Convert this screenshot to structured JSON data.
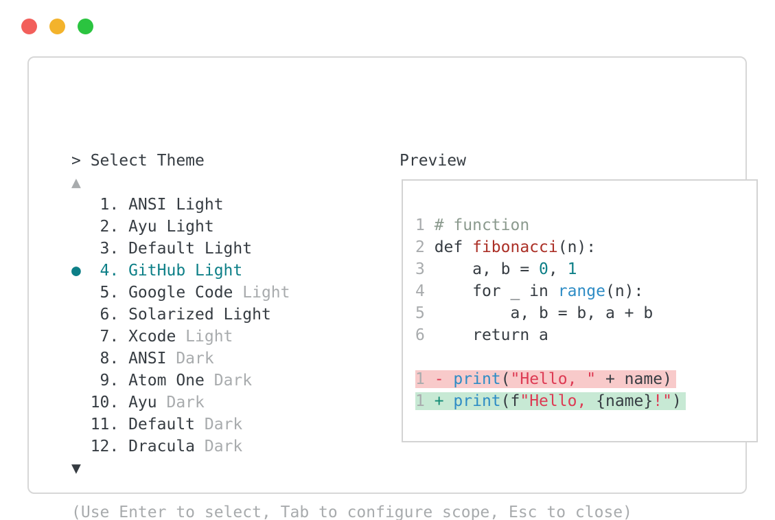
{
  "colors": {
    "dark": "#363c42",
    "dim": "#a8abad",
    "teal": "#0d7f87",
    "plus": "#128a74",
    "crimson": "#dd3a53",
    "blue": "#2e8cc5",
    "func": "#ab2f26",
    "comment": "#8b9a8e",
    "removedBg": "#f8caca",
    "addedBg": "#c7e9d4",
    "panelBorder": "#d7d7d7",
    "boxBorder": "#d3d3d3",
    "trafficRed": "#f25f5b",
    "trafficYellow": "#f3b32c",
    "trafficGreen": "#2bc440"
  },
  "window": {
    "traffic_lights": [
      {
        "name": "traffic-light-close-icon",
        "color_key": "trafficRed"
      },
      {
        "name": "traffic-light-minimize-icon",
        "color_key": "trafficYellow"
      },
      {
        "name": "traffic-light-zoom-icon",
        "color_key": "trafficGreen"
      }
    ]
  },
  "theme_selector": {
    "prompt": "> Select Theme",
    "lines": [
      {
        "name": "select-theme-prompt",
        "interactable": false,
        "tokens": [
          {
            "t": "> Select Theme",
            "c": "dark"
          }
        ]
      },
      {
        "name": "scroll-up-icon",
        "interactable": true,
        "tokens": [
          {
            "t": "▲",
            "c": "dim"
          }
        ]
      },
      {
        "name": "theme-item-ansi-light",
        "interactable": true,
        "tokens": [
          {
            "t": "   1. ANSI Light",
            "c": "dark"
          }
        ]
      },
      {
        "name": "theme-item-ayu-light",
        "interactable": true,
        "tokens": [
          {
            "t": "   2. Ayu Light",
            "c": "dark"
          }
        ]
      },
      {
        "name": "theme-item-default-light",
        "interactable": true,
        "tokens": [
          {
            "t": "   3. Default Light",
            "c": "dark"
          }
        ]
      },
      {
        "name": "theme-item-github-light-selected",
        "interactable": true,
        "tokens": [
          {
            "t": "●  4. GitHub Light",
            "c": "teal"
          }
        ]
      },
      {
        "name": "theme-item-google-code-light",
        "interactable": true,
        "tokens": [
          {
            "t": "   5. Google Code ",
            "c": "dark"
          },
          {
            "t": "Light",
            "c": "dim"
          }
        ]
      },
      {
        "name": "theme-item-solarized-light",
        "interactable": true,
        "tokens": [
          {
            "t": "   6. Solarized Light",
            "c": "dark"
          }
        ]
      },
      {
        "name": "theme-item-xcode-light",
        "interactable": true,
        "tokens": [
          {
            "t": "   7. Xcode ",
            "c": "dark"
          },
          {
            "t": "Light",
            "c": "dim"
          }
        ]
      },
      {
        "name": "theme-item-ansi-dark",
        "interactable": true,
        "tokens": [
          {
            "t": "   8. ANSI ",
            "c": "dark"
          },
          {
            "t": "Dark",
            "c": "dim"
          }
        ]
      },
      {
        "name": "theme-item-atom-one-dark",
        "interactable": true,
        "tokens": [
          {
            "t": "   9. Atom One ",
            "c": "dark"
          },
          {
            "t": "Dark",
            "c": "dim"
          }
        ]
      },
      {
        "name": "theme-item-ayu-dark",
        "interactable": true,
        "tokens": [
          {
            "t": "  10. Ayu ",
            "c": "dark"
          },
          {
            "t": "Dark",
            "c": "dim"
          }
        ]
      },
      {
        "name": "theme-item-default-dark",
        "interactable": true,
        "tokens": [
          {
            "t": "  11. Default ",
            "c": "dark"
          },
          {
            "t": "Dark",
            "c": "dim"
          }
        ]
      },
      {
        "name": "theme-item-dracula-dark",
        "interactable": true,
        "tokens": [
          {
            "t": "  12. Dracula ",
            "c": "dark"
          },
          {
            "t": "Dark",
            "c": "dim"
          }
        ]
      },
      {
        "name": "scroll-down-icon",
        "interactable": true,
        "tokens": [
          {
            "t": "▼",
            "c": "dark"
          }
        ]
      },
      {
        "name": "spacer-line",
        "interactable": false,
        "tokens": []
      },
      {
        "name": "keyboard-hint",
        "interactable": false,
        "tokens": [
          {
            "t": "(Use Enter to select, Tab to configure scope, Esc to close)",
            "c": "dim"
          }
        ]
      }
    ]
  },
  "preview": {
    "title": "Preview",
    "lines": [
      {
        "name": "code-line-1",
        "interactable": false,
        "tokens": [
          {
            "t": "1 ",
            "c": "dim"
          },
          {
            "t": "# function",
            "c": "comment"
          }
        ]
      },
      {
        "name": "code-line-2",
        "interactable": false,
        "tokens": [
          {
            "t": "2 ",
            "c": "dim"
          },
          {
            "t": "def ",
            "c": "dark"
          },
          {
            "t": "fibonacci",
            "c": "func"
          },
          {
            "t": "(n):",
            "c": "dark"
          }
        ]
      },
      {
        "name": "code-line-3",
        "interactable": false,
        "tokens": [
          {
            "t": "3 ",
            "c": "dim"
          },
          {
            "t": "    a, b = ",
            "c": "dark"
          },
          {
            "t": "0",
            "c": "teal"
          },
          {
            "t": ", ",
            "c": "dark"
          },
          {
            "t": "1",
            "c": "teal"
          }
        ]
      },
      {
        "name": "code-line-4",
        "interactable": false,
        "tokens": [
          {
            "t": "4 ",
            "c": "dim"
          },
          {
            "t": "    for _ in ",
            "c": "dark"
          },
          {
            "t": "range",
            "c": "blue"
          },
          {
            "t": "(n):",
            "c": "dark"
          }
        ]
      },
      {
        "name": "code-line-5",
        "interactable": false,
        "tokens": [
          {
            "t": "5 ",
            "c": "dim"
          },
          {
            "t": "        a, b = b, a + b",
            "c": "dark"
          }
        ]
      },
      {
        "name": "code-line-6",
        "interactable": false,
        "tokens": [
          {
            "t": "6 ",
            "c": "dim"
          },
          {
            "t": "    return a",
            "c": "dark"
          }
        ]
      },
      {
        "name": "spacer-line",
        "interactable": false,
        "tokens": []
      },
      {
        "name": "diff-line-removed",
        "interactable": false,
        "bg": "removed",
        "tokens": [
          {
            "t": "1 ",
            "c": "dim"
          },
          {
            "t": "- ",
            "c": "crimson"
          },
          {
            "t": "print",
            "c": "blue"
          },
          {
            "t": "(",
            "c": "dark"
          },
          {
            "t": "\"Hello, \"",
            "c": "crimson"
          },
          {
            "t": " + name)",
            "c": "dark"
          }
        ]
      },
      {
        "name": "diff-line-added",
        "interactable": false,
        "bg": "added",
        "tokens": [
          {
            "t": "1 ",
            "c": "dim"
          },
          {
            "t": "+ ",
            "c": "plus"
          },
          {
            "t": "print",
            "c": "blue"
          },
          {
            "t": "(f",
            "c": "dark"
          },
          {
            "t": "\"Hello, ",
            "c": "crimson"
          },
          {
            "t": "{name}",
            "c": "dark"
          },
          {
            "t": "!\"",
            "c": "crimson"
          },
          {
            "t": ")",
            "c": "dark"
          }
        ]
      }
    ]
  }
}
